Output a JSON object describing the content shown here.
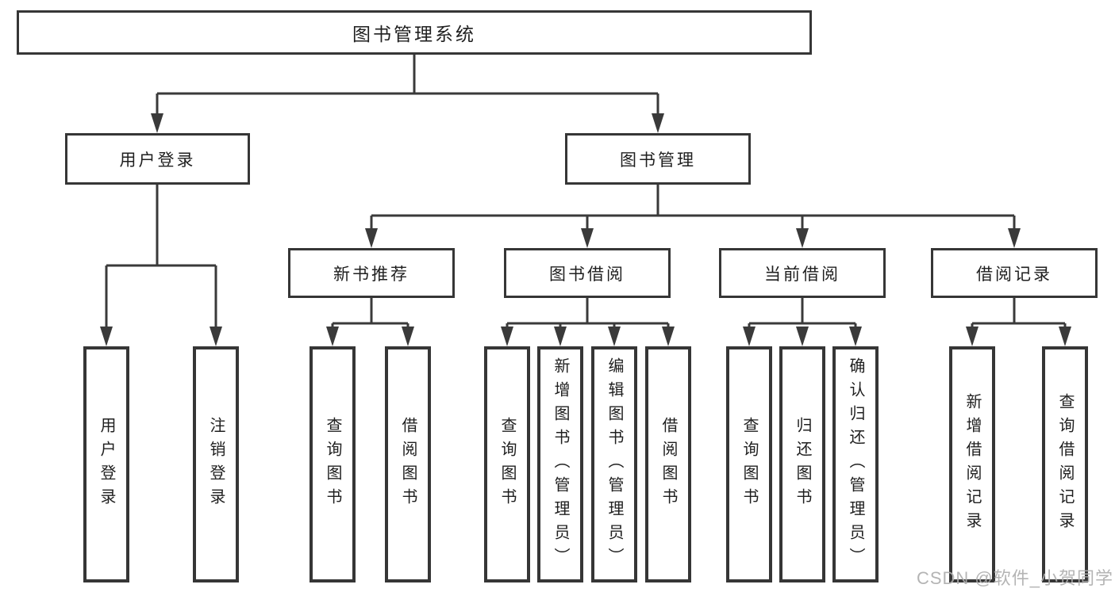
{
  "root": {
    "label": "图书管理系统"
  },
  "level2": [
    {
      "label": "用户登录"
    },
    {
      "label": "图书管理"
    }
  ],
  "level3": [
    {
      "parent": "图书管理",
      "label": "新书推荐"
    },
    {
      "parent": "图书管理",
      "label": "图书借阅"
    },
    {
      "parent": "图书管理",
      "label": "当前借阅"
    },
    {
      "parent": "图书管理",
      "label": "借阅记录"
    }
  ],
  "leaves": [
    {
      "parent": "用户登录",
      "label": "用户登录"
    },
    {
      "parent": "用户登录",
      "label": "注销登录"
    },
    {
      "parent": "新书推荐",
      "label": "查询图书"
    },
    {
      "parent": "新书推荐",
      "label": "借阅图书"
    },
    {
      "parent": "图书借阅",
      "label": "查询图书"
    },
    {
      "parent": "图书借阅",
      "label": "新增图书（管理员）"
    },
    {
      "parent": "图书借阅",
      "label": "编辑图书（管理员）"
    },
    {
      "parent": "图书借阅",
      "label": "借阅图书"
    },
    {
      "parent": "当前借阅",
      "label": "查询图书"
    },
    {
      "parent": "当前借阅",
      "label": "归还图书"
    },
    {
      "parent": "当前借阅",
      "label": "确认归还（管理员）"
    },
    {
      "parent": "借阅记录",
      "label": "新增借阅记录"
    },
    {
      "parent": "借阅记录",
      "label": "查询借阅记录"
    }
  ],
  "watermark": {
    "text": "CSDN @软件_小贺同学"
  },
  "colors": {
    "line": "#3a3a3a",
    "border": "#363636",
    "text": "#1f1f1f",
    "watermark": "#aeaeae",
    "background": "#ffffff"
  }
}
